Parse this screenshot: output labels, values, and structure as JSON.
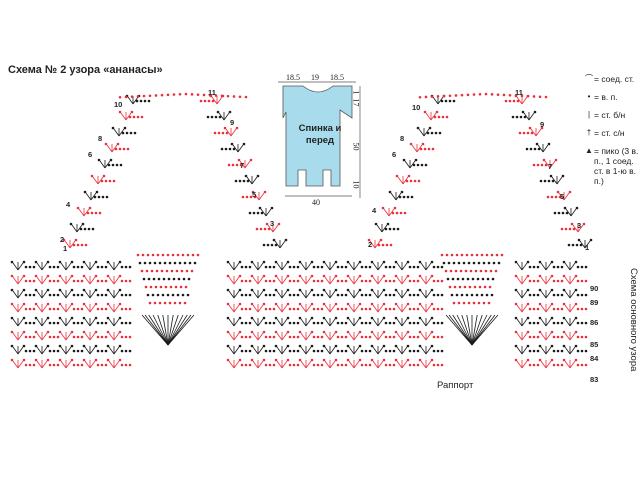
{
  "title": "Схема № 2 узора «ананасы»",
  "legend": [
    {
      "icon": "slip-stitch-icon",
      "symbol": "⌒",
      "text": "= соед. ст."
    },
    {
      "icon": "chain-stitch-icon",
      "symbol": "•",
      "text": "= в. п."
    },
    {
      "icon": "single-crochet-icon",
      "symbol": "|",
      "text": "= ст. б/н"
    },
    {
      "icon": "double-crochet-icon",
      "symbol": "†",
      "text": "= ст. с/н"
    },
    {
      "icon": "picot-icon",
      "symbol": "▲",
      "text": "= пико (3 в. п., 1 соед. ст. в 1-ю в. п.)"
    }
  ],
  "garment": {
    "label": "Спинка и перед",
    "dimensions": {
      "top_left": "18.5",
      "top_middle": "19",
      "top_right": "18.5",
      "right_top_a": "1",
      "right_top_b": "17",
      "right_middle": "50",
      "right_bottom": "10",
      "bottom": "40"
    }
  },
  "row_numbers_left": [
    "1",
    "2",
    "3",
    "4",
    "5",
    "6",
    "7",
    "8",
    "9",
    "10",
    "11"
  ],
  "row_numbers_right": [
    "1",
    "2",
    "3",
    "4",
    "5",
    "6",
    "7",
    "8",
    "9",
    "10",
    "11"
  ],
  "row_numbers_base": [
    "83",
    "84",
    "85",
    "86",
    "89",
    "90"
  ],
  "repeat_label": "Раппорт",
  "schema_label": "Схема основного узора",
  "colors": {
    "red": "#e8303a",
    "black": "#1a1a1a",
    "garment_fill": "#a8dcec",
    "garment_stroke": "#555555"
  }
}
